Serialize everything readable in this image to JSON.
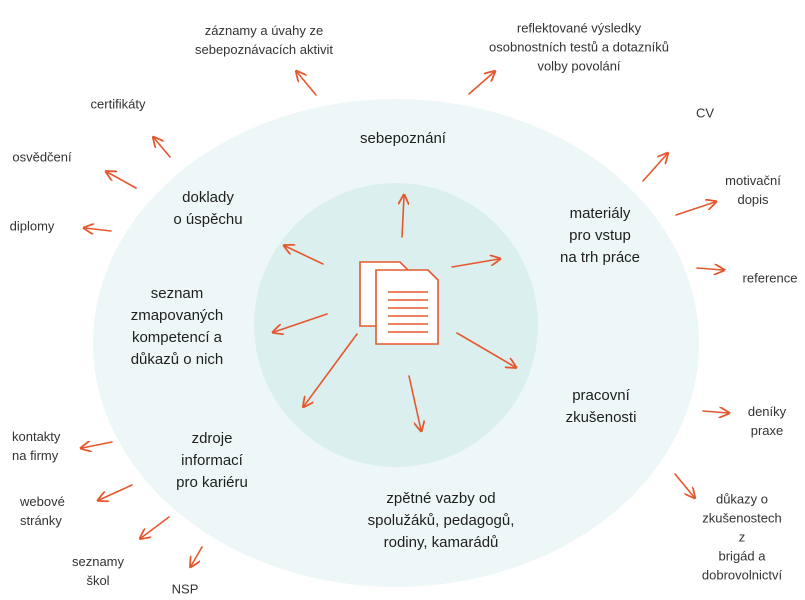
{
  "colors": {
    "outer_ellipse": "#eef7f8",
    "inner_circle": "#dcefef",
    "arrow": "#e5582e",
    "icon": "#e5582e"
  },
  "center_icon": "documents-icon",
  "sections": [
    {
      "id": "sebepoznani",
      "label": "sebepoznání"
    },
    {
      "id": "doklady",
      "label": "doklady\no úspěchu"
    },
    {
      "id": "materialy",
      "label": "materiály\npro vstup\nna trh práce"
    },
    {
      "id": "seznam",
      "label": "seznam\nzmapovaných\nkompetencí a\ndůkazů o nich"
    },
    {
      "id": "pracovni",
      "label": "pracovní\nzkušenosti"
    },
    {
      "id": "zdroje",
      "label": "zdroje\ninformací\npro kariéru"
    },
    {
      "id": "zpetne",
      "label": "zpětné vazby od\nspolužáků, pedagogů,\nrodiny, kamarádů"
    }
  ],
  "items": [
    {
      "id": "zaznamy",
      "label": "záznamy a úvahy ze\nsebepoznávacích aktivit"
    },
    {
      "id": "reflektovane",
      "label": "reflektované výsledky\nosobnostních testů a dotazníků\nvolby povolání"
    },
    {
      "id": "certifikaty",
      "label": "certifikáty"
    },
    {
      "id": "osvedceni",
      "label": "osvědčení"
    },
    {
      "id": "diplomy",
      "label": "diplomy"
    },
    {
      "id": "cv",
      "label": "CV"
    },
    {
      "id": "motivacni",
      "label": "motivační\ndopis"
    },
    {
      "id": "reference",
      "label": "reference"
    },
    {
      "id": "deniky",
      "label": "deníky\npraxe"
    },
    {
      "id": "dukazy",
      "label": "důkazy o\nzkušenostech z\nbrigád a\ndobrovolnictví"
    },
    {
      "id": "kontakty",
      "label": "kontakty\nna firmy"
    },
    {
      "id": "webove",
      "label": "webové\nstránky"
    },
    {
      "id": "seznamy",
      "label": "seznamy\nškol"
    },
    {
      "id": "nsp",
      "label": "NSP"
    }
  ]
}
